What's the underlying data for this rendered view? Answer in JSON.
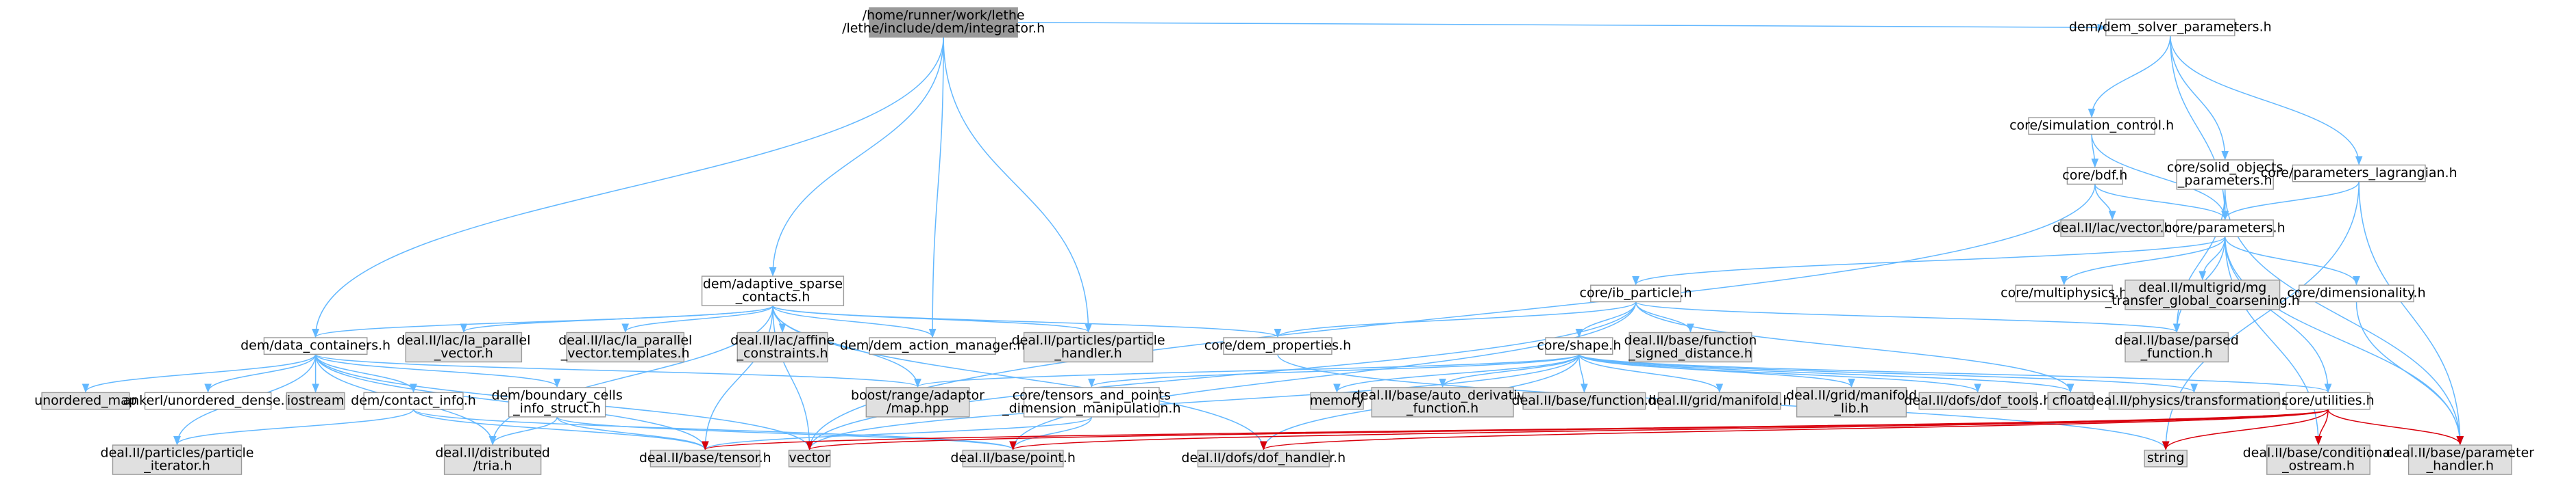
{
  "diagram": {
    "title": "",
    "colors": {
      "edge": "#63b8ff",
      "edge_highlight": "#d8000c",
      "root_fill": "#999999",
      "local_fill": "#ffffff",
      "external_fill": "#e0e0e0",
      "highlight_border": "#d8000c",
      "border": "#999999"
    },
    "nodes": [
      {
        "id": "root",
        "lines": [
          "/home/runner/work/lethe",
          "/lethe/include/dem/integrator.h"
        ],
        "kind": "root"
      },
      {
        "id": "dsp",
        "lines": [
          "dem/dem_solver_parameters.h"
        ],
        "kind": "local"
      },
      {
        "id": "simctl",
        "lines": [
          "core/simulation_control.h"
        ],
        "kind": "local"
      },
      {
        "id": "bdf",
        "lines": [
          "core/bdf.h"
        ],
        "kind": "local"
      },
      {
        "id": "solidobj",
        "lines": [
          "core/solid_objects",
          "_parameters.h"
        ],
        "kind": "local"
      },
      {
        "id": "paramlag",
        "lines": [
          "core/parameters_lagrangian.h"
        ],
        "kind": "local"
      },
      {
        "id": "lacvec",
        "lines": [
          "deal.II/lac/vector.h"
        ],
        "kind": "external"
      },
      {
        "id": "params",
        "lines": [
          "core/parameters.h"
        ],
        "kind": "local"
      },
      {
        "id": "ibpart",
        "lines": [
          "core/ib_particle.h"
        ],
        "kind": "local"
      },
      {
        "id": "multiphys",
        "lines": [
          "core/multiphysics.h"
        ],
        "kind": "local"
      },
      {
        "id": "mgtransfer",
        "lines": [
          "deal.II/multigrid/mg",
          "_transfer_global_coarsening.h"
        ],
        "kind": "external"
      },
      {
        "id": "dimens",
        "lines": [
          "core/dimensionality.h"
        ],
        "kind": "local"
      },
      {
        "id": "adaptive",
        "lines": [
          "dem/adaptive_sparse",
          "_contacts.h"
        ],
        "kind": "local"
      },
      {
        "id": "datacont",
        "lines": [
          "dem/data_containers.h"
        ],
        "kind": "local"
      },
      {
        "id": "laparvec",
        "lines": [
          "deal.II/lac/la_parallel",
          "_vector.h"
        ],
        "kind": "external"
      },
      {
        "id": "laparvect",
        "lines": [
          "deal.II/lac/la_parallel",
          "_vector.templates.h"
        ],
        "kind": "external"
      },
      {
        "id": "affine",
        "lines": [
          "deal.II/lac/affine",
          "_constraints.h"
        ],
        "kind": "external"
      },
      {
        "id": "actmgr",
        "lines": [
          "dem/dem_action_manager.h"
        ],
        "kind": "local"
      },
      {
        "id": "parthandler",
        "lines": [
          "deal.II/particles/particle",
          "_handler.h"
        ],
        "kind": "external"
      },
      {
        "id": "demprops",
        "lines": [
          "core/dem_properties.h"
        ],
        "kind": "local"
      },
      {
        "id": "shape",
        "lines": [
          "core/shape.h"
        ],
        "kind": "local"
      },
      {
        "id": "funcsd",
        "lines": [
          "deal.II/base/function",
          "_signed_distance.h"
        ],
        "kind": "external"
      },
      {
        "id": "parsedfunc",
        "lines": [
          "deal.II/base/parsed",
          "_function.h"
        ],
        "kind": "external"
      },
      {
        "id": "unmap",
        "lines": [
          "unordered_map"
        ],
        "kind": "external"
      },
      {
        "id": "ankerl",
        "lines": [
          "ankerl/unordered_dense.h"
        ],
        "kind": "local"
      },
      {
        "id": "iostream",
        "lines": [
          "iostream"
        ],
        "kind": "external"
      },
      {
        "id": "contactinfo",
        "lines": [
          "dem/contact_info.h"
        ],
        "kind": "local"
      },
      {
        "id": "boundary",
        "lines": [
          "dem/boundary_cells",
          "_info_struct.h"
        ],
        "kind": "local"
      },
      {
        "id": "boostmap",
        "lines": [
          "boost/range/adaptor",
          "/map.hpp"
        ],
        "kind": "external"
      },
      {
        "id": "tensorsops",
        "lines": [
          "core/tensors_and_points",
          "_dimension_manipulation.h"
        ],
        "kind": "local"
      },
      {
        "id": "memory",
        "lines": [
          "memory"
        ],
        "kind": "external"
      },
      {
        "id": "autoderiv",
        "lines": [
          "deal.II/base/auto_derivative",
          "_function.h"
        ],
        "kind": "external"
      },
      {
        "id": "basefunc",
        "lines": [
          "deal.II/base/function.h"
        ],
        "kind": "external"
      },
      {
        "id": "gridman",
        "lines": [
          "deal.II/grid/manifold.h"
        ],
        "kind": "external"
      },
      {
        "id": "gridmanlib",
        "lines": [
          "deal.II/grid/manifold",
          "_lib.h"
        ],
        "kind": "external"
      },
      {
        "id": "doftools",
        "lines": [
          "deal.II/dofs/dof_tools.h"
        ],
        "kind": "external"
      },
      {
        "id": "cfloat",
        "lines": [
          "cfloat"
        ],
        "kind": "external"
      },
      {
        "id": "physt",
        "lines": [
          "deal.II/physics/transformations.h"
        ],
        "kind": "external"
      },
      {
        "id": "utilities",
        "lines": [
          "core/utilities.h"
        ],
        "kind": "highlight"
      },
      {
        "id": "partiter",
        "lines": [
          "deal.II/particles/particle",
          "_iterator.h"
        ],
        "kind": "external"
      },
      {
        "id": "tria",
        "lines": [
          "deal.II/distributed",
          "/tria.h"
        ],
        "kind": "external"
      },
      {
        "id": "tensor",
        "lines": [
          "deal.II/base/tensor.h"
        ],
        "kind": "external"
      },
      {
        "id": "vector",
        "lines": [
          "vector"
        ],
        "kind": "external"
      },
      {
        "id": "point",
        "lines": [
          "deal.II/base/point.h"
        ],
        "kind": "external"
      },
      {
        "id": "dofhandler",
        "lines": [
          "deal.II/dofs/dof_handler.h"
        ],
        "kind": "external"
      },
      {
        "id": "string",
        "lines": [
          "string"
        ],
        "kind": "external"
      },
      {
        "id": "condostream",
        "lines": [
          "deal.II/base/conditional",
          "_ostream.h"
        ],
        "kind": "external"
      },
      {
        "id": "paramhandler",
        "lines": [
          "deal.II/base/parameter",
          "_handler.h"
        ],
        "kind": "external"
      }
    ],
    "edges": [
      [
        "root",
        "dsp"
      ],
      [
        "root",
        "adaptive"
      ],
      [
        "root",
        "datacont"
      ],
      [
        "root",
        "actmgr"
      ],
      [
        "root",
        "parthandler"
      ],
      [
        "dsp",
        "simctl"
      ],
      [
        "dsp",
        "params"
      ],
      [
        "dsp",
        "solidobj"
      ],
      [
        "dsp",
        "paramlag"
      ],
      [
        "simctl",
        "bdf"
      ],
      [
        "simctl",
        "params"
      ],
      [
        "bdf",
        "lacvec"
      ],
      [
        "bdf",
        "params"
      ],
      [
        "bdf",
        "vector"
      ],
      [
        "solidobj",
        "params"
      ],
      [
        "solidobj",
        "parsedfunc"
      ],
      [
        "solidobj",
        "paramhandler"
      ],
      [
        "paramlag",
        "params"
      ],
      [
        "paramlag",
        "paramhandler"
      ],
      [
        "paramlag",
        "string"
      ],
      [
        "params",
        "ibpart"
      ],
      [
        "params",
        "multiphys"
      ],
      [
        "params",
        "mgtransfer"
      ],
      [
        "params",
        "dimens"
      ],
      [
        "params",
        "parsedfunc"
      ],
      [
        "params",
        "utilities"
      ],
      [
        "params",
        "condostream"
      ],
      [
        "params",
        "paramhandler"
      ],
      [
        "dimens",
        "paramhandler"
      ],
      [
        "ibpart",
        "shape"
      ],
      [
        "ibpart",
        "demprops"
      ],
      [
        "ibpart",
        "funcsd"
      ],
      [
        "ibpart",
        "parsedfunc"
      ],
      [
        "ibpart",
        "cfloat"
      ],
      [
        "ibpart",
        "point"
      ],
      [
        "ibpart",
        "vector"
      ],
      [
        "adaptive",
        "datacont"
      ],
      [
        "adaptive",
        "laparvec"
      ],
      [
        "adaptive",
        "laparvect"
      ],
      [
        "adaptive",
        "affine"
      ],
      [
        "adaptive",
        "actmgr"
      ],
      [
        "adaptive",
        "parthandler"
      ],
      [
        "adaptive",
        "demprops"
      ],
      [
        "adaptive",
        "dofhandler"
      ],
      [
        "adaptive",
        "tria"
      ],
      [
        "adaptive",
        "tensor"
      ],
      [
        "adaptive",
        "vector"
      ],
      [
        "adaptive",
        "boostmap"
      ],
      [
        "datacont",
        "unmap"
      ],
      [
        "datacont",
        "ankerl"
      ],
      [
        "datacont",
        "iostream"
      ],
      [
        "datacont",
        "contactinfo"
      ],
      [
        "datacont",
        "boundary"
      ],
      [
        "datacont",
        "boostmap"
      ],
      [
        "datacont",
        "partiter"
      ],
      [
        "datacont",
        "tria"
      ],
      [
        "datacont",
        "tensor"
      ],
      [
        "datacont",
        "vector"
      ],
      [
        "contactinfo",
        "partiter"
      ],
      [
        "contactinfo",
        "tensor"
      ],
      [
        "contactinfo",
        "point"
      ],
      [
        "boundary",
        "tria"
      ],
      [
        "boundary",
        "tensor"
      ],
      [
        "boundary",
        "point"
      ],
      [
        "demprops",
        "string"
      ],
      [
        "shape",
        "memory"
      ],
      [
        "shape",
        "autoderiv"
      ],
      [
        "shape",
        "basefunc"
      ],
      [
        "shape",
        "gridman"
      ],
      [
        "shape",
        "gridmanlib"
      ],
      [
        "shape",
        "doftools"
      ],
      [
        "shape",
        "cfloat"
      ],
      [
        "shape",
        "physt"
      ],
      [
        "shape",
        "utilities"
      ],
      [
        "shape",
        "tensorsops"
      ],
      [
        "shape",
        "boostmap"
      ],
      [
        "shape",
        "dofhandler"
      ],
      [
        "shape",
        "vector"
      ],
      [
        "tensorsops",
        "tensor"
      ],
      [
        "tensorsops",
        "point"
      ],
      [
        "utilities",
        "tensor"
      ],
      [
        "utilities",
        "vector"
      ],
      [
        "utilities",
        "point"
      ],
      [
        "utilities",
        "dofhandler"
      ],
      [
        "utilities",
        "string"
      ],
      [
        "utilities",
        "condostream"
      ],
      [
        "utilities",
        "paramhandler"
      ]
    ]
  }
}
